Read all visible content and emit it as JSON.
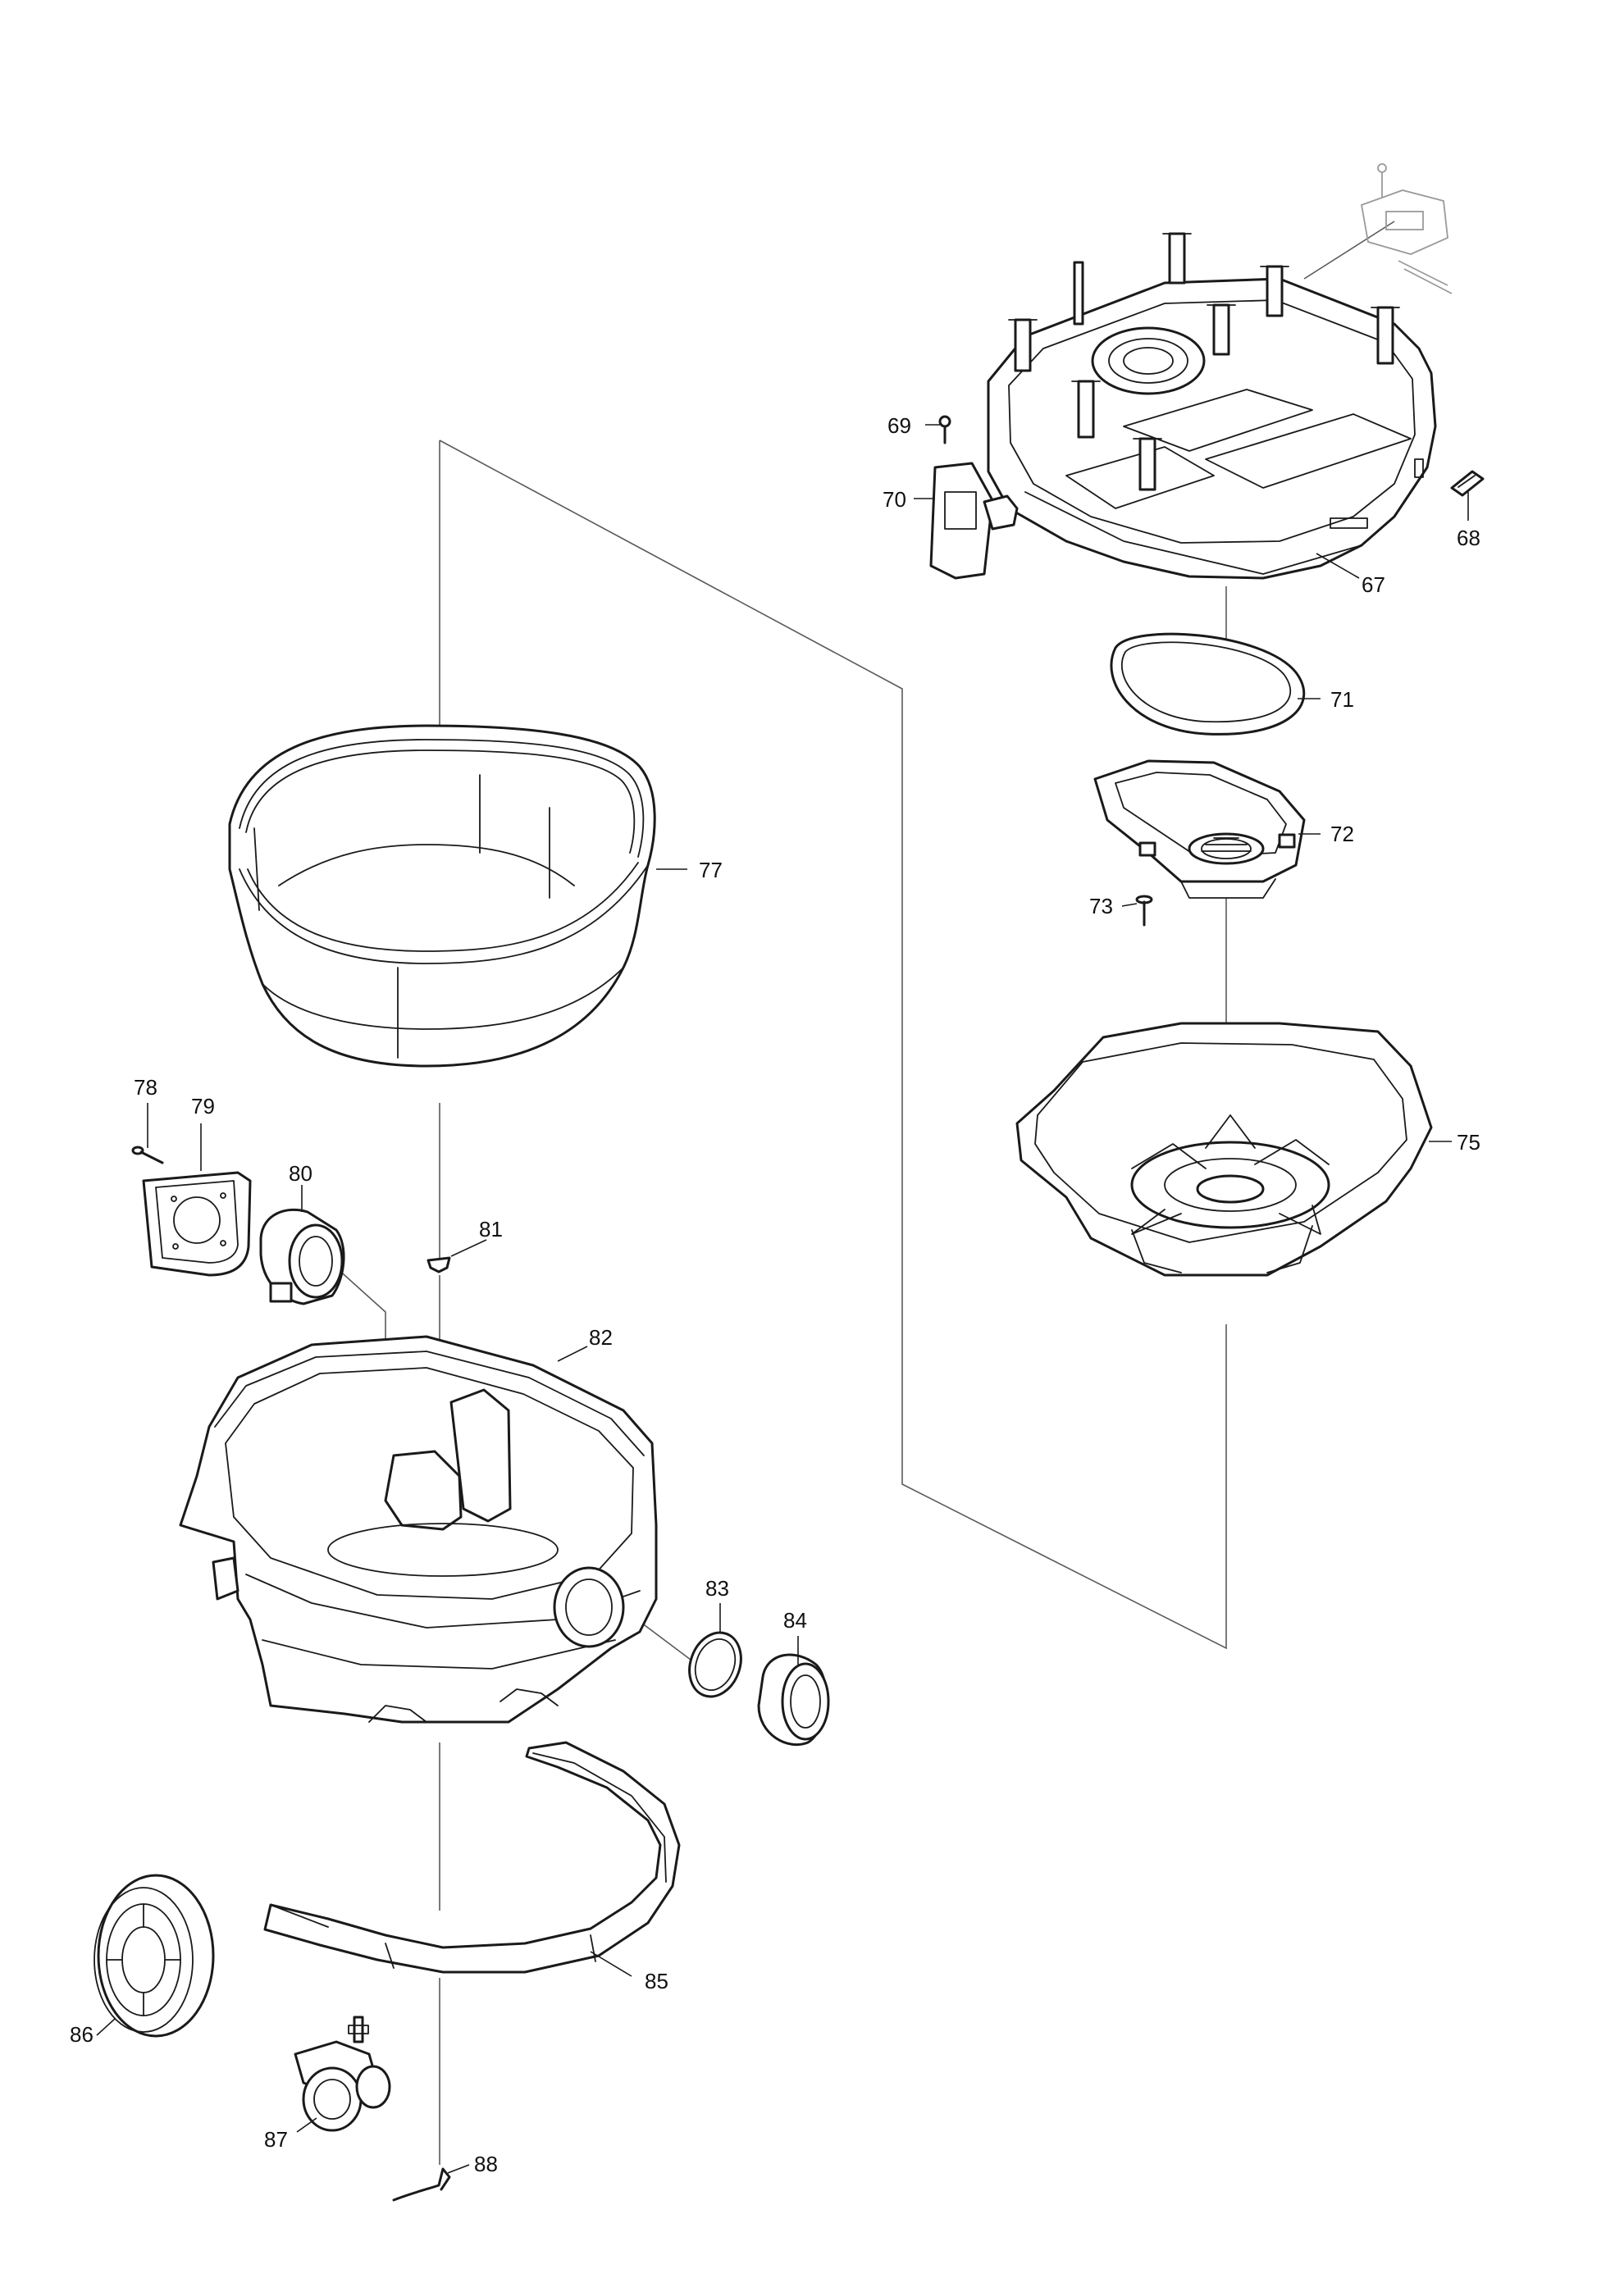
{
  "callouts": [
    {
      "id": "67",
      "label": "67"
    },
    {
      "id": "68",
      "label": "68"
    },
    {
      "id": "69",
      "label": "69"
    },
    {
      "id": "70",
      "label": "70"
    },
    {
      "id": "71",
      "label": "71"
    },
    {
      "id": "72",
      "label": "72"
    },
    {
      "id": "73",
      "label": "73"
    },
    {
      "id": "75",
      "label": "75"
    },
    {
      "id": "77",
      "label": "77"
    },
    {
      "id": "78",
      "label": "78"
    },
    {
      "id": "79",
      "label": "79"
    },
    {
      "id": "80",
      "label": "80"
    },
    {
      "id": "81",
      "label": "81"
    },
    {
      "id": "82",
      "label": "82"
    },
    {
      "id": "83",
      "label": "83"
    },
    {
      "id": "84",
      "label": "84"
    },
    {
      "id": "85",
      "label": "85"
    },
    {
      "id": "86",
      "label": "86"
    },
    {
      "id": "87",
      "label": "87"
    },
    {
      "id": "88",
      "label": "88"
    }
  ]
}
